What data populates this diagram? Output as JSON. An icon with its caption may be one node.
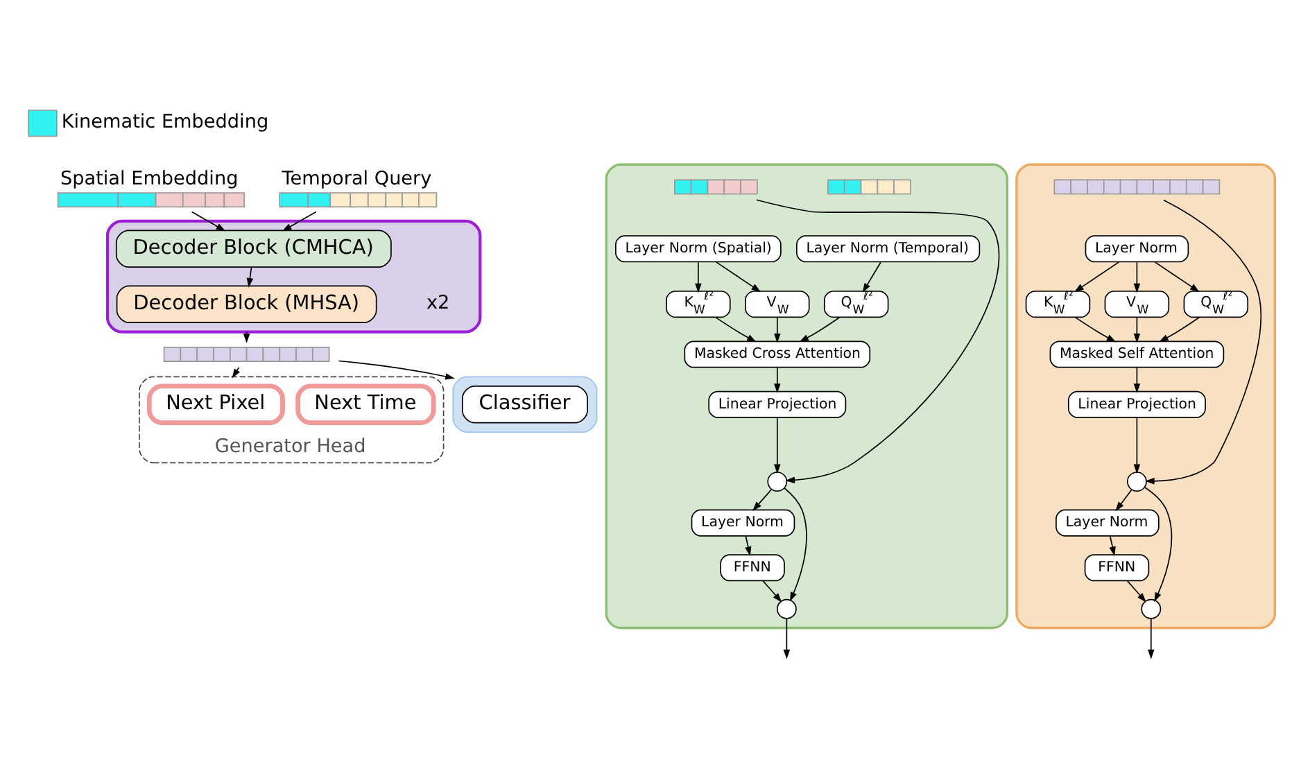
{
  "diagram": {
    "nodes": [
      {
        "text": [
          "Spatial Embedding"
        ]
      },
      {
        "text": [
          "Temporal Query"
        ]
      },
      {
        "text": [],
        "shape": "box"
      },
      {
        "text": [
          "Decoder Block (CMHCA)"
        ],
        "in": 2
      },
      {
        "text": [
          "Decoder Block (MHSA)"
        ],
        "in": 2,
        "beside": [
          "x2"
        ]
      },
      {
        "text": [],
        "shape": "bar"
      },
      {
        "text": [
          "Generator Head"
        ]
      },
      {
        "text": [
          "Next Pixel"
        ],
        "in": 6
      },
      {
        "text": [
          "Next Time"
        ],
        "in": 6
      },
      {
        "text": [],
        "shape": "box"
      },
      {
        "text": [
          "Classifier"
        ],
        "in": 9
      },
      {
        "text": [],
        "shape": "box"
      },
      {
        "text": [],
        "shape": "bar",
        "in": 11
      },
      {
        "text": [],
        "shape": "bar",
        "in": 11
      },
      {
        "text": [
          "Layer Norm (Spatial)"
        ],
        "in": 11
      },
      {
        "text": [
          "Layer Norm (Temporal)"
        ],
        "in": 11
      },
      {
        "text": [
          "K$_{W}$$^{ℓ²}$"
        ],
        "in": 11
      },
      {
        "text": [
          "V$_{W}$"
        ],
        "in": 11
      },
      {
        "text": [
          "Q$_{W}$$^{ℓ²}$"
        ],
        "in": 11
      },
      {
        "text": [
          "Masked Cross Attention"
        ],
        "in": 11
      },
      {
        "text": [
          "Linear Projection"
        ],
        "in": 11
      },
      {
        "text": [],
        "shape": "circle",
        "in": 11
      },
      {
        "text": [
          "Layer Norm"
        ],
        "in": 11
      },
      {
        "text": [
          "FFNN"
        ],
        "in": 11
      },
      {
        "text": [],
        "shape": "circle",
        "in": 11
      },
      {
        "text": [],
        "shape": "box"
      },
      {
        "text": [],
        "shape": "bar",
        "in": 25
      },
      {
        "text": [
          "Layer Norm"
        ],
        "in": 25
      },
      {
        "text": [
          "K$_{W}$$^{ℓ²}$"
        ],
        "in": 25
      },
      {
        "text": [
          "V$_{W}$"
        ],
        "in": 25
      },
      {
        "text": [
          "Q$_{W}$$^{ℓ²}$"
        ],
        "in": 25
      },
      {
        "text": [
          "Masked Self Attention"
        ],
        "in": 25
      },
      {
        "text": [
          "Linear Projection"
        ],
        "in": 25
      },
      {
        "text": [],
        "shape": "circle",
        "in": 25
      },
      {
        "text": [
          "Layer Norm"
        ],
        "in": 25
      },
      {
        "text": [
          "FFNN"
        ],
        "in": 25
      },
      {
        "text": [],
        "shape": "circle",
        "in": 25
      }
    ],
    "edges": [
      {
        "from": 0,
        "to": 3,
        "arrow": "to"
      },
      {
        "from": 1,
        "to": 3,
        "arrow": "to"
      },
      {
        "from": 3,
        "to": 4,
        "arrow": "to"
      },
      {
        "from": 2,
        "to": 5,
        "arrow": "to"
      },
      {
        "from": 5,
        "to": 6,
        "arrow": "to"
      },
      {
        "from": 5,
        "to": 9,
        "arrow": "to"
      },
      {
        "from": 12,
        "to": 21,
        "arrow": "to"
      },
      {
        "from": 14,
        "to": 16,
        "arrow": "to"
      },
      {
        "from": 14,
        "to": 17,
        "arrow": "to"
      },
      {
        "from": 15,
        "to": 18,
        "arrow": "to"
      },
      {
        "from": 16,
        "to": 19,
        "arrow": "to"
      },
      {
        "from": 17,
        "to": 19,
        "arrow": "to"
      },
      {
        "from": 18,
        "to": 19,
        "arrow": "to"
      },
      {
        "from": 19,
        "to": 20,
        "arrow": "to"
      },
      {
        "from": 20,
        "to": 21,
        "arrow": "to"
      },
      {
        "from": 21,
        "to": 22,
        "arrow": "to"
      },
      {
        "from": 21,
        "to": 24,
        "arrow": "to"
      },
      {
        "from": 22,
        "to": 23,
        "arrow": "to"
      },
      {
        "from": 23,
        "to": 24,
        "arrow": "to"
      },
      {
        "from": 24,
        "to": null,
        "arrow": "to"
      },
      {
        "from": 26,
        "to": 33,
        "arrow": "to"
      },
      {
        "from": 27,
        "to": 28,
        "arrow": "to"
      },
      {
        "from": 27,
        "to": 29,
        "arrow": "to"
      },
      {
        "from": 27,
        "to": 30,
        "arrow": "to"
      },
      {
        "from": 28,
        "to": 31,
        "arrow": "to"
      },
      {
        "from": 29,
        "to": 31,
        "arrow": "to"
      },
      {
        "from": 30,
        "to": 31,
        "arrow": "to"
      },
      {
        "from": 31,
        "to": 32,
        "arrow": "to"
      },
      {
        "from": 32,
        "to": 33,
        "arrow": "to"
      },
      {
        "from": 33,
        "to": 34,
        "arrow": "to"
      },
      {
        "from": 33,
        "to": 36,
        "arrow": "to"
      },
      {
        "from": 34,
        "to": 35,
        "arrow": "to"
      },
      {
        "from": 35,
        "to": 36,
        "arrow": "to"
      },
      {
        "from": 36,
        "to": null,
        "arrow": "to"
      }
    ],
    "legend": [
      {
        "text": "Kinematic Embedding",
        "color": "#33f0f0"
      }
    ]
  }
}
